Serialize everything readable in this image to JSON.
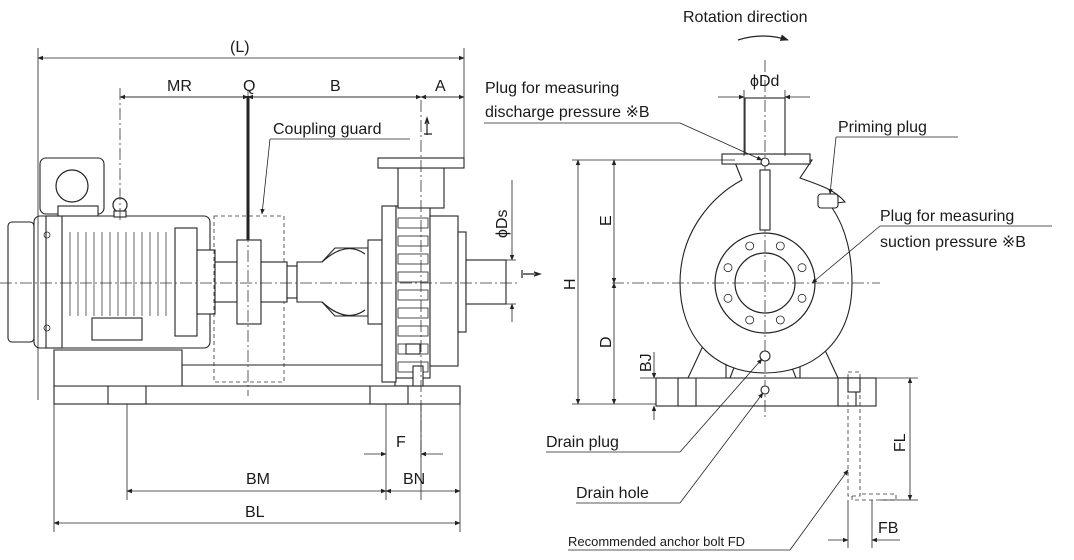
{
  "title": "Rotation direction",
  "dimensions": {
    "L": "(L)",
    "MR": "MR",
    "Q": "Q",
    "B": "B",
    "A": "A",
    "phi_Ds": "ϕDs",
    "phi_Dd": "ϕDd",
    "H": "H",
    "E": "E",
    "D": "D",
    "BJ": "BJ",
    "FL": "FL",
    "FB": "FB",
    "F": "F",
    "BM": "BM",
    "BN": "BN",
    "BL": "BL"
  },
  "labels": {
    "coupling_guard": "Coupling guard",
    "plug_discharge_line1": "Plug for measuring",
    "plug_discharge_line2": "discharge pressure ※B",
    "priming_plug": "Priming plug",
    "plug_suction_line1": "Plug for measuring",
    "plug_suction_line2": "suction pressure ※B",
    "drain_plug": "Drain plug",
    "drain_hole": "Drain hole",
    "anchor_bolt": "Recommended anchor bolt FD"
  }
}
